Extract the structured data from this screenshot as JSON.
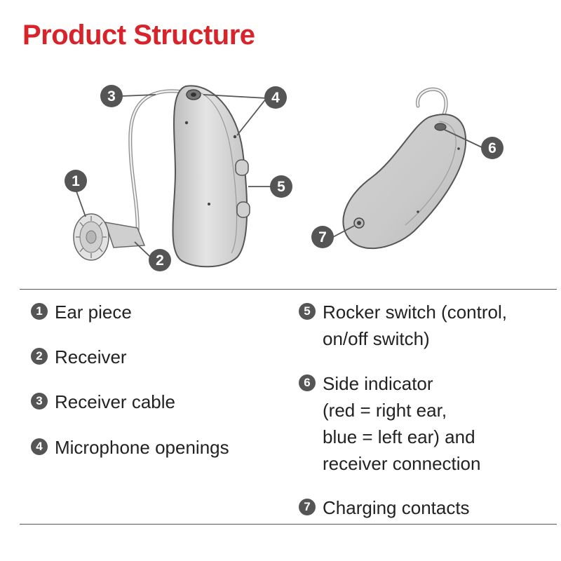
{
  "title": "Product Structure",
  "parts": [
    {
      "num": "1",
      "lines": [
        "Ear piece"
      ]
    },
    {
      "num": "2",
      "lines": [
        "Receiver"
      ]
    },
    {
      "num": "3",
      "lines": [
        "Receiver cable"
      ]
    },
    {
      "num": "4",
      "lines": [
        "Microphone openings"
      ]
    },
    {
      "num": "5",
      "lines": [
        "Rocker switch (control,",
        "on/off switch)"
      ]
    },
    {
      "num": "6",
      "lines": [
        "Side indicator",
        "(red = right ear,",
        "blue = left ear) and",
        "receiver connection"
      ]
    },
    {
      "num": "7",
      "lines": [
        "Charging contacts"
      ]
    }
  ],
  "colors": {
    "title": "#d8232a",
    "badge": "#555555",
    "device_body": "#d9d9d9",
    "outline": "#555555"
  }
}
